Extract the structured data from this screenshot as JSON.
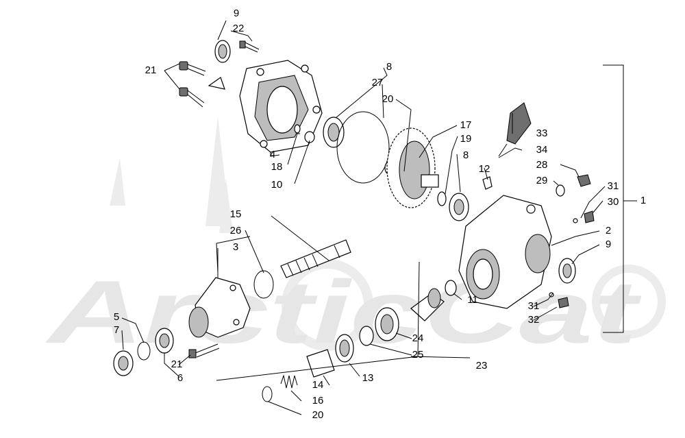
{
  "watermark": {
    "text": "ArcticCat"
  },
  "callouts": [
    {
      "id": "9a",
      "label": "9"
    },
    {
      "id": "22",
      "label": "22"
    },
    {
      "id": "21a",
      "label": "21"
    },
    {
      "id": "4",
      "label": "4"
    },
    {
      "id": "18",
      "label": "18"
    },
    {
      "id": "10",
      "label": "10"
    },
    {
      "id": "8a",
      "label": "8"
    },
    {
      "id": "27",
      "label": "27"
    },
    {
      "id": "20a",
      "label": "20"
    },
    {
      "id": "17",
      "label": "17"
    },
    {
      "id": "19",
      "label": "19"
    },
    {
      "id": "8b",
      "label": "8"
    },
    {
      "id": "12",
      "label": "12"
    },
    {
      "id": "33",
      "label": "33"
    },
    {
      "id": "34",
      "label": "34"
    },
    {
      "id": "28",
      "label": "28"
    },
    {
      "id": "29",
      "label": "29"
    },
    {
      "id": "31a",
      "label": "31"
    },
    {
      "id": "30",
      "label": "30"
    },
    {
      "id": "1",
      "label": "1"
    },
    {
      "id": "2",
      "label": "2"
    },
    {
      "id": "9b",
      "label": "9"
    },
    {
      "id": "15",
      "label": "15"
    },
    {
      "id": "26",
      "label": "26"
    },
    {
      "id": "3",
      "label": "3"
    },
    {
      "id": "11",
      "label": "11"
    },
    {
      "id": "31b",
      "label": "31"
    },
    {
      "id": "32",
      "label": "32"
    },
    {
      "id": "24",
      "label": "24"
    },
    {
      "id": "25",
      "label": "25"
    },
    {
      "id": "23",
      "label": "23"
    },
    {
      "id": "5",
      "label": "5"
    },
    {
      "id": "7",
      "label": "7"
    },
    {
      "id": "21b",
      "label": "21"
    },
    {
      "id": "6",
      "label": "6"
    },
    {
      "id": "13",
      "label": "13"
    },
    {
      "id": "14",
      "label": "14"
    },
    {
      "id": "16",
      "label": "16"
    },
    {
      "id": "20b",
      "label": "20"
    }
  ]
}
